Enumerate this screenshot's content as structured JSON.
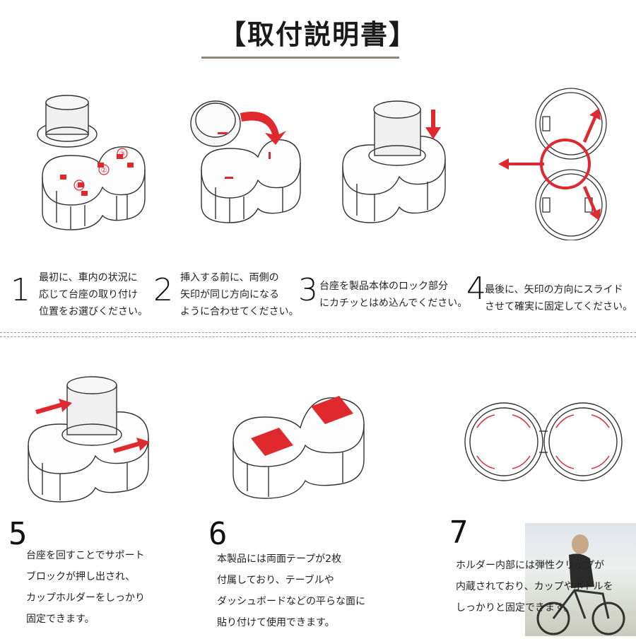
{
  "title": "【取付説明書】",
  "steps": [
    {
      "num": "1",
      "lines": [
        "最初に、車内の状況に",
        "応じて台座の取り付け",
        "位置をお選びください。"
      ]
    },
    {
      "num": "2",
      "lines": [
        "挿入する前に、両側の",
        "矢印が同じ方向になる",
        "ように合わせてください。"
      ]
    },
    {
      "num": "3",
      "lines": [
        "台座を製品本体のロック部分",
        "にカチッとはめ込んでください。"
      ]
    },
    {
      "num": "4",
      "lines": [
        "最後に、矢印の方向にスライド",
        "させて確実に固定してください。"
      ]
    },
    {
      "num": "5",
      "lines": [
        "台座を回すことでサポート",
        "ブロックが押し出され、",
        "カップホルダーをしっかり",
        "固定できます。"
      ]
    },
    {
      "num": "6",
      "lines": [
        "本製品には両面テープが2枚",
        "付属しており、テーブルや",
        "ダッシュボードなどの平らな面に",
        "貼り付けて使用できます。"
      ]
    },
    {
      "num": "7",
      "lines": [
        "ホルダー内部には弾性クリップが",
        "内蔵されており、カップやボトルを",
        "しっかりと固定できます。"
      ]
    }
  ],
  "figure_labels": {
    "step1_markers": [
      "①",
      "②",
      "③"
    ]
  },
  "colors": {
    "accent_red": "#e0282f",
    "title_rule": "#8c8578",
    "line": "#333333"
  },
  "icons": [
    "arrow-icon",
    "cup-holder-illustration",
    "photo-cyclist"
  ]
}
